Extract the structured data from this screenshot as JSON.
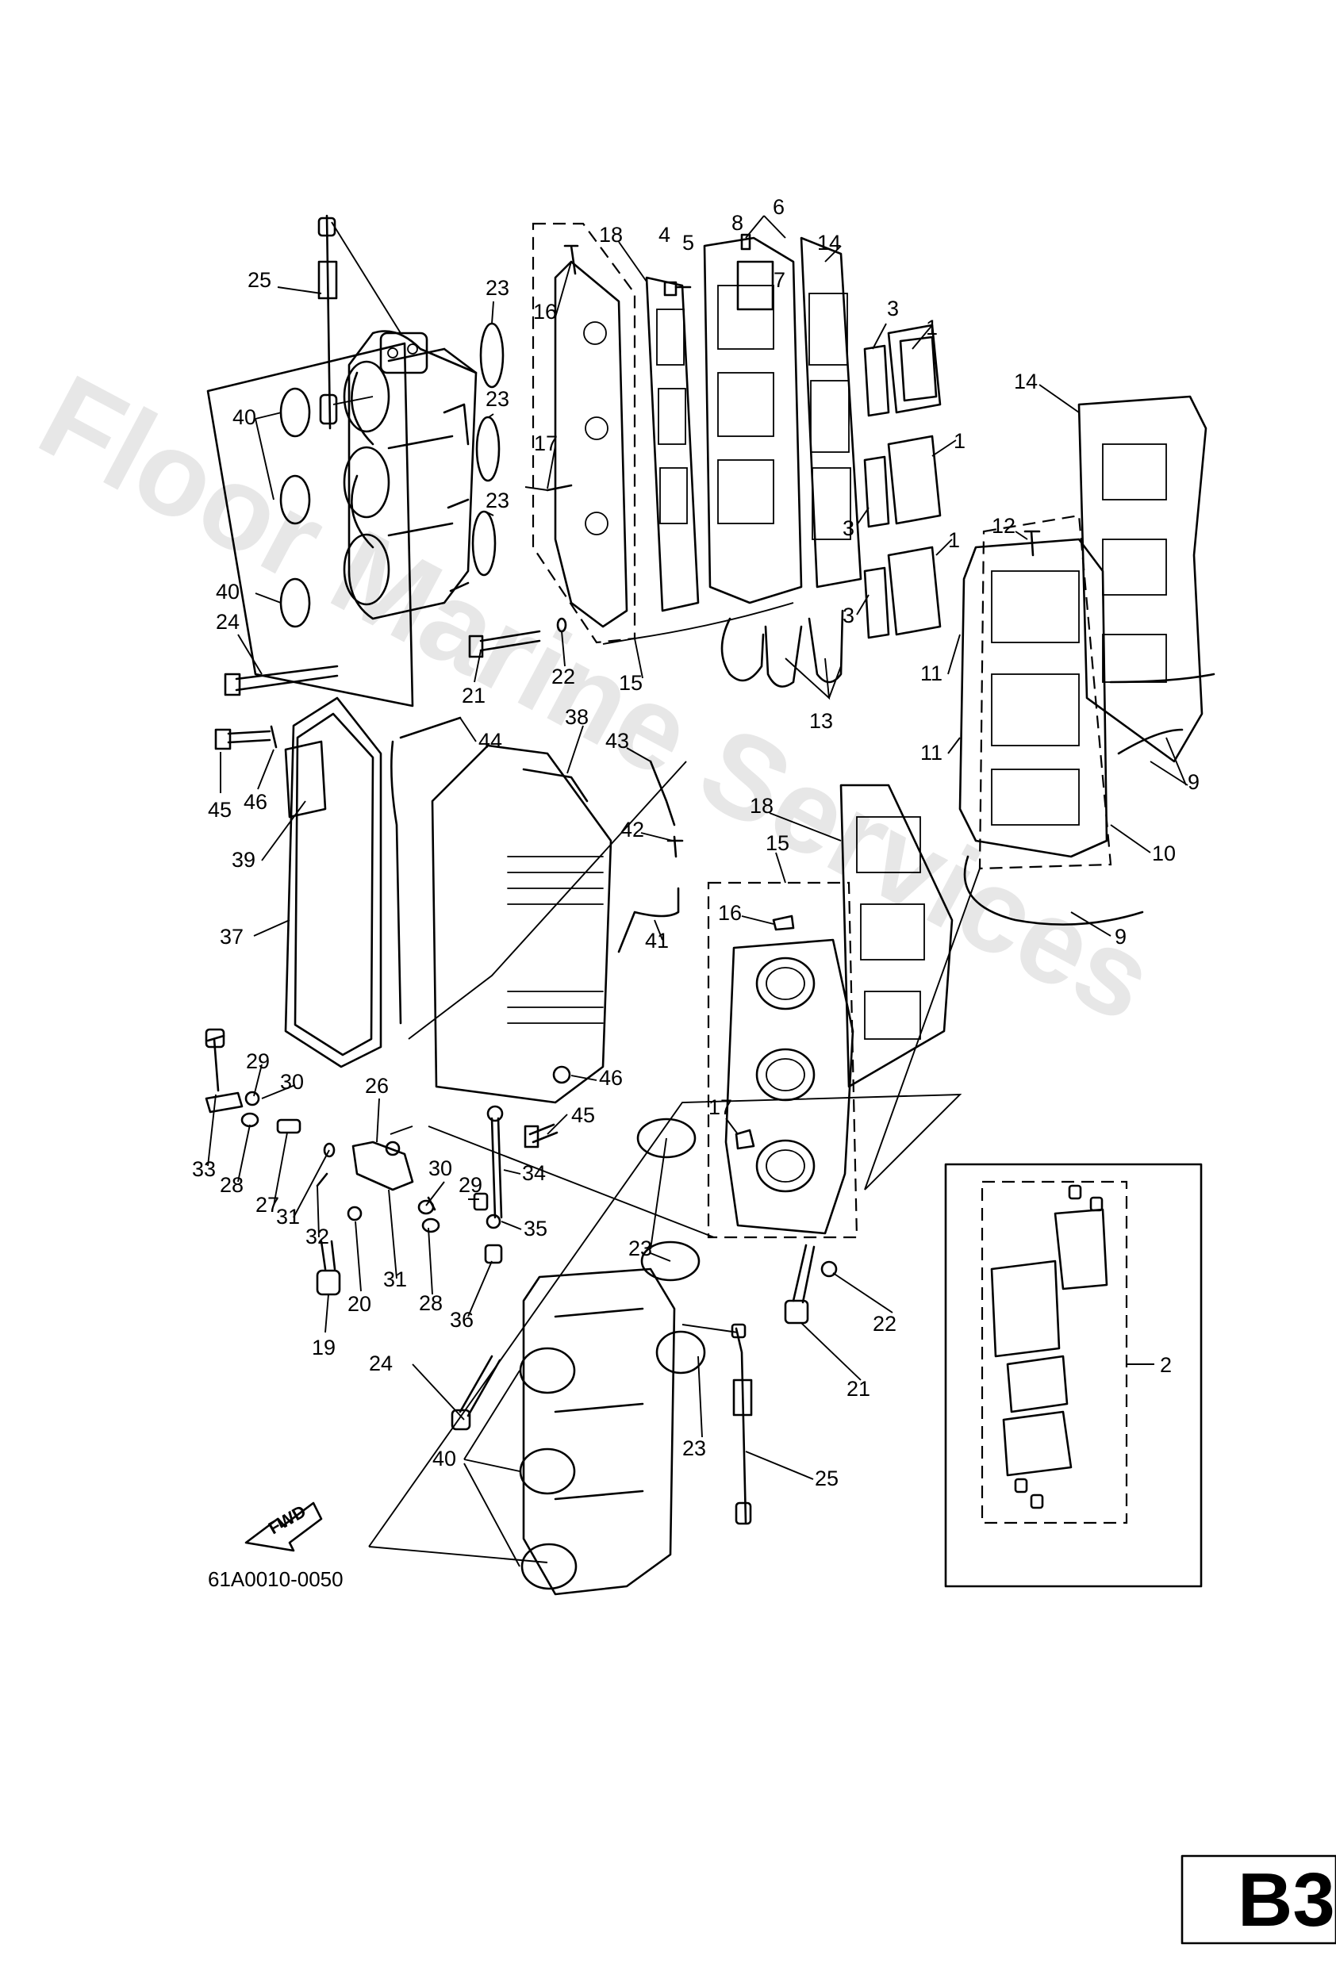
{
  "watermark": "Floor Marine Services",
  "drawing_code": "61A0010-0050",
  "forward_label": "FWD",
  "page_tag": "B3",
  "callouts": [
    "1",
    "1",
    "1",
    "2",
    "3",
    "3",
    "3",
    "3",
    "4",
    "5",
    "6",
    "7",
    "8",
    "9",
    "9",
    "10",
    "11",
    "11",
    "12",
    "13",
    "14",
    "14",
    "15",
    "15",
    "16",
    "16",
    "17",
    "17",
    "18",
    "18",
    "19",
    "20",
    "21",
    "21",
    "22",
    "22",
    "23",
    "23",
    "23",
    "23",
    "23",
    "24",
    "24",
    "25",
    "25",
    "26",
    "27",
    "28",
    "28",
    "29",
    "29",
    "30",
    "30",
    "31",
    "31",
    "32",
    "33",
    "34",
    "35",
    "36",
    "37",
    "38",
    "39",
    "40",
    "40",
    "40",
    "41",
    "42",
    "43",
    "44",
    "45",
    "45",
    "46",
    "46"
  ]
}
